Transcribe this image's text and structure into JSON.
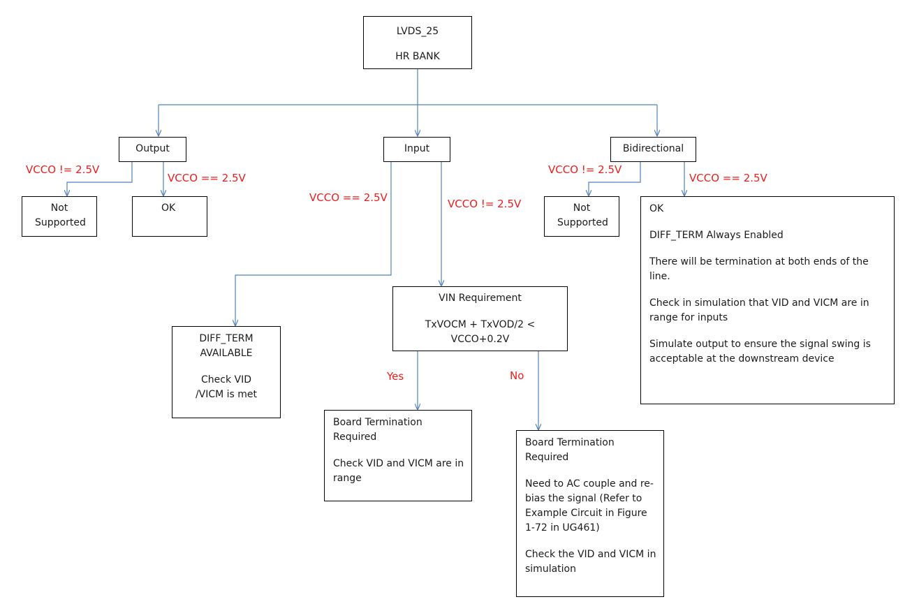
{
  "colors": {
    "edge": "#4f81bd",
    "label": "#ee1c1c",
    "border": "#000000"
  },
  "nodes": {
    "root": [
      "LVDS_25",
      "HR BANK"
    ],
    "output": [
      "Output"
    ],
    "input": [
      "Input"
    ],
    "bidirectional": [
      "Bidirectional"
    ],
    "out_not_supported": [
      "Not Supported"
    ],
    "out_ok": [
      "OK"
    ],
    "bi_not_supported": [
      "Not Supported"
    ],
    "bi_ok": [
      "OK",
      "DIFF_TERM  Always Enabled",
      "There will be termination at both ends of the line.",
      "Check in simulation that VID and VICM are in range for inputs",
      "Simulate output to ensure the signal swing is acceptable  at the downstream device"
    ],
    "diff_term_available": [
      "DIFF_TERM AVAILABLE",
      "Check VID /VICM is met"
    ],
    "vin_requirement": [
      "VIN Requirement",
      "TxVOCM + TxVOD/2 < VCCO+0.2V"
    ],
    "board_term_yes": [
      "Board Termination Required",
      "Check VID and VICM are in range"
    ],
    "board_term_no": [
      "Board Termination Required",
      "Need  to AC couple and re-bias the signal (Refer to Example Circuit in Figure 1-72 in UG461)",
      "Check the VID and VICM in simulation"
    ]
  },
  "edge_labels": {
    "out_ne": "VCCO != 2.5V",
    "out_eq": "VCCO == 2.5V",
    "in_eq": "VCCO == 2.5V",
    "in_ne": "VCCO != 2.5V",
    "bi_ne": "VCCO != 2.5V",
    "bi_eq": "VCCO == 2.5V",
    "yes": "Yes",
    "no": "No"
  }
}
